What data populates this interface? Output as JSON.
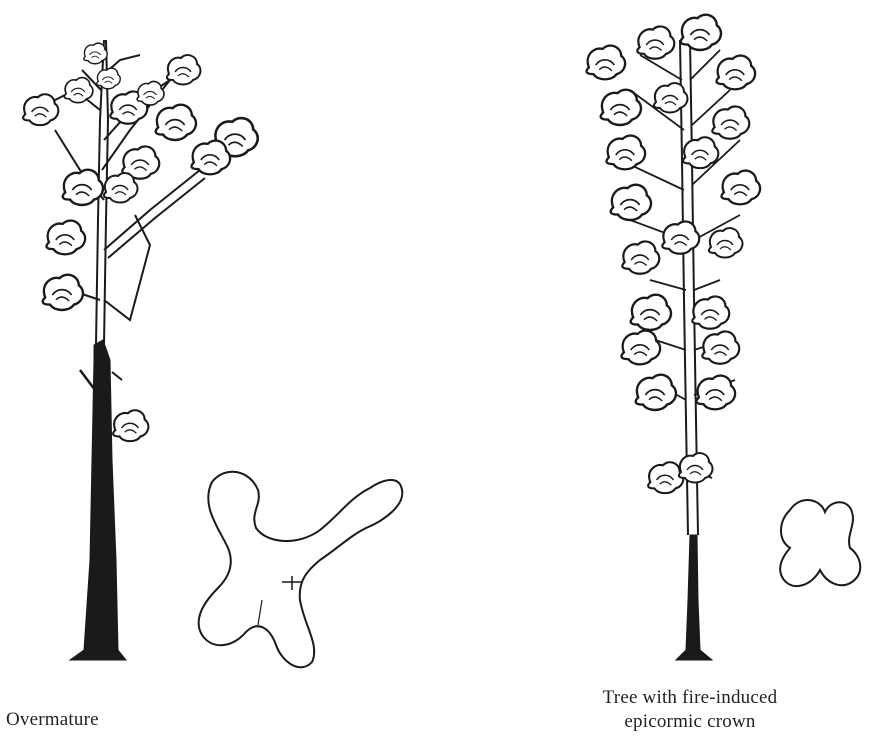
{
  "captions": {
    "left": "Overmature",
    "right_line1": "Tree with fire-induced",
    "right_line2": "epicormic crown"
  },
  "colors": {
    "ink": "#1a1a1a",
    "background": "#ffffff"
  },
  "panels": [
    {
      "id": "overmature",
      "icon": "tree-illustration",
      "outline_icon": "crown-projection-outline"
    },
    {
      "id": "epicormic",
      "icon": "tree-illustration",
      "outline_icon": "crown-projection-outline"
    }
  ]
}
